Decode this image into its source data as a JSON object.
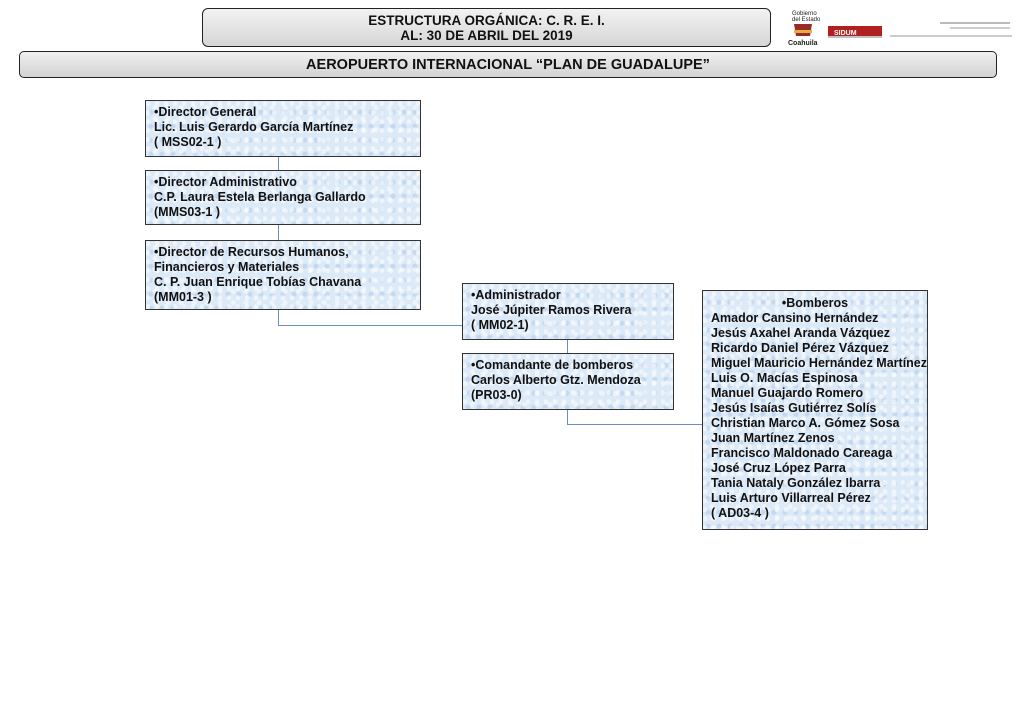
{
  "header": {
    "title_line1": "ESTRUCTURA ORGÁNICA:  C. R. E. I.",
    "title_line2": "AL: 30 DE ABRIL DEL 2019",
    "subtitle": "AEROPUERTO INTERNACIONAL “PLAN DE GUADALUPE”"
  },
  "logos": {
    "gobierno_line1": "Gobierno",
    "gobierno_line2": "del Estado",
    "coahuila": "Coahuila",
    "sidum": "SIDUM"
  },
  "boxes": {
    "director_general": [
      "•Director General",
      "Lic. Luis Gerardo García Martínez",
      "( MSS02-1 )"
    ],
    "director_administrativo": [
      "•Director Administrativo",
      "C.P. Laura Estela Berlanga Gallardo",
      "(MMS03-1 )"
    ],
    "director_rh": [
      "•Director de Recursos Humanos,",
      "Financieros y Materiales",
      "C. P. Juan Enrique Tobías Chavana",
      "(MM01-3 )"
    ],
    "administrador": [
      "•Administrador",
      "José Júpiter Ramos Rivera",
      "( MM02-1)"
    ],
    "comandante": [
      "•Comandante de bomberos",
      "Carlos Alberto Gtz. Mendoza",
      "(PR03-0)"
    ],
    "bomberos": {
      "title": "•Bomberos",
      "members": [
        "Amador Cansino Hernández",
        "Jesús Axahel Aranda Vázquez",
        "Ricardo Daniel Pérez Vázquez",
        "Miguel Mauricio Hernández Martínez",
        "Luis O. Macías Espinosa",
        "Manuel Guajardo Romero",
        "Jesús Isaías Gutiérrez Solís",
        "Christian Marco A. Gómez Sosa",
        "Juan Martínez Zenos",
        "Francisco Maldonado Careaga",
        "José Cruz López Parra",
        "Tania Nataly González Ibarra",
        "Luis Arturo Villarreal Pérez",
        "( AD03-4 )"
      ]
    }
  },
  "colors": {
    "box_fill": "#dce9f7",
    "connector": "#6b8fc4"
  }
}
